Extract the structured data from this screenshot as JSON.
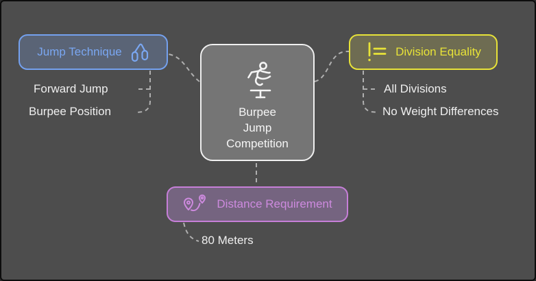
{
  "diagram": {
    "type": "mindmap",
    "background_color": "#4d4d4d",
    "connector_color": "#b0b0b0",
    "child_text_color": "#efefef"
  },
  "root": {
    "label": "Burpee Jump Competition",
    "label_lines": [
      "Burpee",
      "Jump",
      "Competition"
    ],
    "icon": "hurdler-icon",
    "fill": "#757575",
    "border_color": "#f0f0f0",
    "text_color": "#f5f5f5"
  },
  "branches": [
    {
      "label": "Jump Technique",
      "icon": "jump-rope-icon",
      "accent_color": "#7aa7f2",
      "fill": "#5a6476",
      "children": [
        "Forward Jump",
        "Burpee Position"
      ]
    },
    {
      "label": "Division Equality",
      "icon": "exclamation-equals-icon",
      "accent_color": "#e8e338",
      "fill": "#6e6c52",
      "children": [
        "All Divisions",
        "No Weight Differences"
      ]
    },
    {
      "label": "Distance Requirement",
      "icon": "route-icon",
      "accent_color": "#cd8ade",
      "fill": "#756480",
      "children": [
        "80 Meters"
      ]
    }
  ]
}
